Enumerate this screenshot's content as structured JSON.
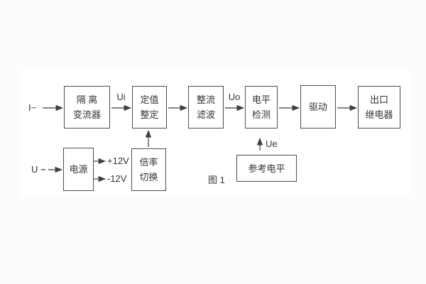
{
  "figure": {
    "caption": "图 1",
    "signal_labels": {
      "input_current": "I~",
      "input_voltage": "U",
      "ui": "Ui",
      "uo": "Uo",
      "ue": "Ue",
      "plus12v": "+12V",
      "minus12v": "-12V"
    },
    "blocks": {
      "isolation": {
        "line1": "隔 离",
        "line2": "变流器"
      },
      "setting": {
        "line1": "定值",
        "line2": "整定"
      },
      "rectifier": {
        "line1": "整流",
        "line2": "滤波"
      },
      "level_detect": {
        "line1": "电平",
        "line2": "检测"
      },
      "drive": {
        "line1": "驱动"
      },
      "output_relay": {
        "line1": "出口",
        "line2": "继电器"
      },
      "power": {
        "line1": "电源"
      },
      "ratio_switch": {
        "line1": "倍率",
        "line2": "切换"
      },
      "reference": {
        "line1": "参考电平"
      }
    },
    "colors": {
      "line": "#3f3f3f",
      "border": "#4d4d4d",
      "text": "#333333",
      "panel_bg": "#ffffff",
      "page_bg": "#fcfcfc"
    }
  }
}
